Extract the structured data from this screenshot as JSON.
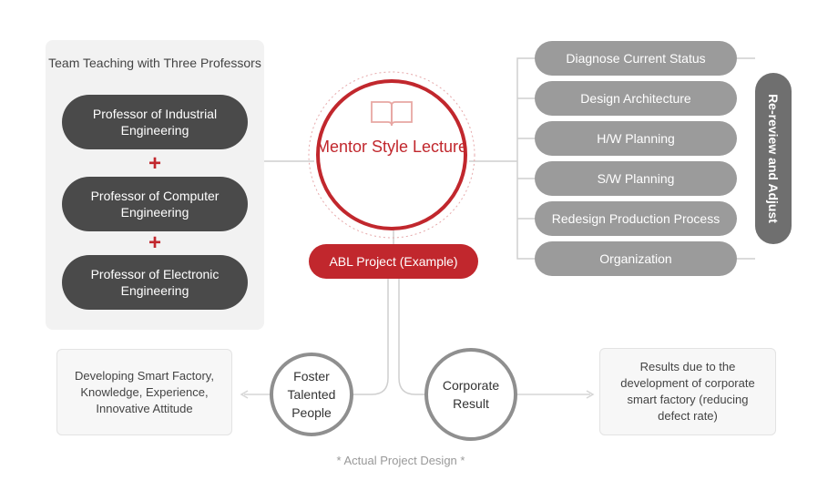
{
  "team_panel": {
    "title": "Team Teaching with Three Professors",
    "professors": [
      "Professor of Industrial Engineering",
      "Professor of Computer Engineering",
      "Professor of Electronic Engineering"
    ],
    "plus_symbol": "+"
  },
  "center": {
    "title": "Mentor Style Lecture",
    "icon": "open-book-icon",
    "badge": "ABL Project (Example)"
  },
  "tasks": [
    "Diagnose Current Status",
    "Design Architecture",
    "H/W Planning",
    "S/W Planning",
    "Redesign Production Process",
    "Organization"
  ],
  "feedback_label": "Re-review and Adjust",
  "outcomes": {
    "foster": {
      "label": "Foster Talented People",
      "result": "Developing Smart Factory, Knowledge, Experience, Innovative Attitude"
    },
    "corporate": {
      "label": "Corporate Result",
      "result": "Results due to the development of corporate smart factory (reducing defect rate)"
    }
  },
  "footnote": "* Actual Project Design *",
  "colors": {
    "accent_red": "#c1272d",
    "dark_pill": "#4a4a4a",
    "task_pill": "#9b9b9b",
    "feedback_pill": "#6f6f6f",
    "panel_bg": "#f2f2f2"
  }
}
